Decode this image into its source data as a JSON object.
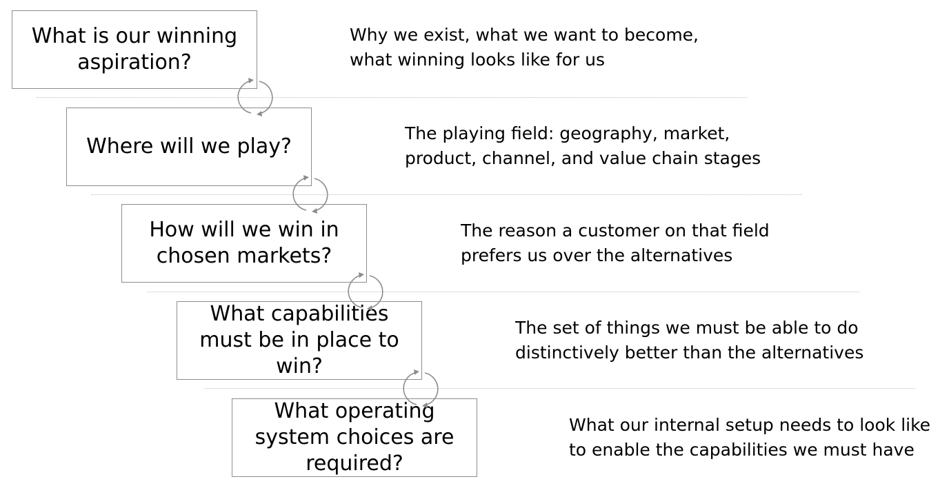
{
  "steps": [
    {
      "question": "What is our winning aspiration?",
      "description": "Why we exist, what we want to become,\nwhat winning looks like for us"
    },
    {
      "question": "Where will we play?",
      "description": "The playing field: geography, market,\nproduct, channel, and value chain stages"
    },
    {
      "question": "How will we win in chosen markets?",
      "description": "The reason a customer on that field\nprefers us over the alternatives"
    },
    {
      "question": "What capabilities must be in place to win?",
      "description": "The set of things we must be able to do\ndistinctively better than the alternatives"
    },
    {
      "question": "What operating system choices are required?",
      "description": "What our internal setup needs to look like\nto enable the capabilities we must have"
    }
  ],
  "colors": {
    "box_border": "#8c8c8c",
    "divider": "#bdbdbd",
    "cycle_icon": "#8c8c8c",
    "text": "#000000"
  },
  "icons": {
    "connector": "cycle-arrows-icon"
  }
}
